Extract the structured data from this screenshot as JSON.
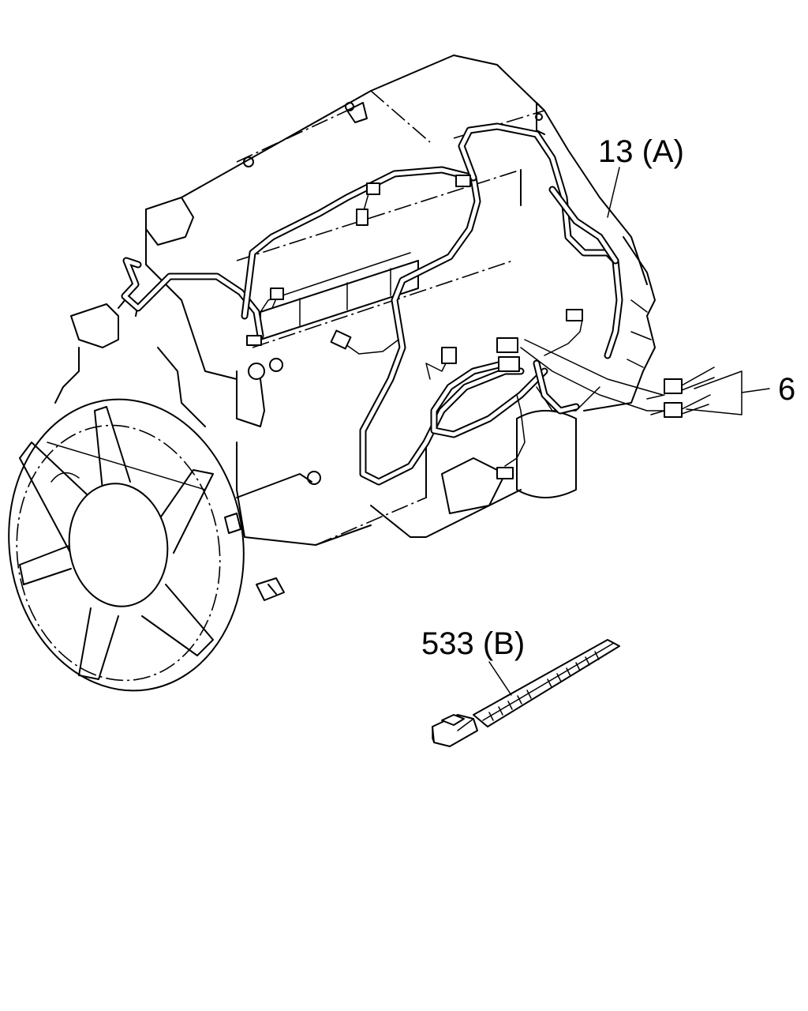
{
  "callouts": {
    "harness_label": "13 (A)",
    "connector_label": "6",
    "tie_label": "533 (B)"
  },
  "colors": {
    "line": "#000000",
    "background": "#ffffff"
  }
}
